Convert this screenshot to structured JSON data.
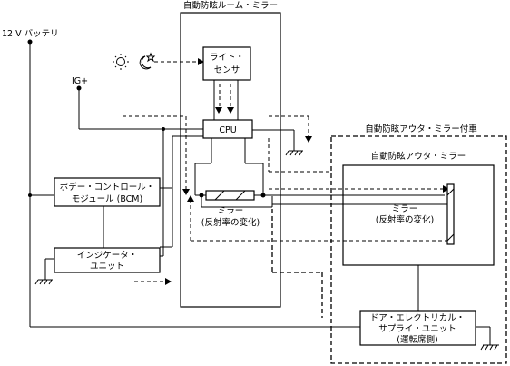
{
  "labels": {
    "battery": "12 V バッテリ",
    "ig": "IG+",
    "inner_mirror_title": "自動防眩ルーム・ミラー",
    "light_sensor": [
      "ライト・",
      "センサ"
    ],
    "cpu": "CPU",
    "inner_mirror_caption": [
      "ミラー",
      "(反射率の変化)"
    ],
    "outer_assembly_title": "自動防眩アウタ・ミラー付車",
    "outer_mirror_title": "自動防眩アウタ・ミラー",
    "outer_mirror_caption": [
      "ミラー",
      "(反射率の変化)"
    ],
    "bcm": [
      "ボデー・コントロール・",
      "モジュール (BCM)"
    ],
    "indicator": [
      "インジケータ・",
      "ユニット"
    ],
    "door_unit": [
      "ドア・エレクトリカル・",
      "サプライ・ユニット",
      "(運転席側)"
    ]
  },
  "icons": [
    "sun-icon",
    "moon-star-icon",
    "ground-icon"
  ]
}
